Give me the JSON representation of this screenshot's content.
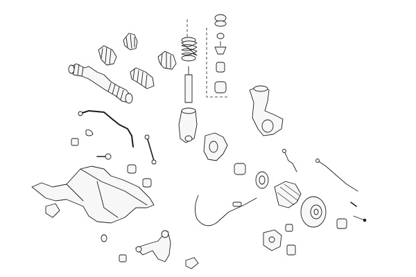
{
  "diagram": {
    "background": "#ffffff",
    "line_color": "#1a1a1a",
    "parts": [
      {
        "name": "drive-shaft"
      },
      {
        "name": "cv-boots"
      },
      {
        "name": "drive-shaft-boot-kit"
      },
      {
        "name": "shock-absorber"
      },
      {
        "name": "coil-spring"
      },
      {
        "name": "strut-mount-kit"
      },
      {
        "name": "steering-knuckle"
      },
      {
        "name": "stabilizer-bar"
      },
      {
        "name": "stabilizer-link"
      },
      {
        "name": "subframe"
      },
      {
        "name": "control-arm"
      },
      {
        "name": "wheel-bearing-hub"
      },
      {
        "name": "brake-disc"
      },
      {
        "name": "brake-shield"
      },
      {
        "name": "brake-pads"
      },
      {
        "name": "brake-caliper"
      },
      {
        "name": "brake-cable"
      },
      {
        "name": "abs-sensor-cables"
      }
    ]
  }
}
